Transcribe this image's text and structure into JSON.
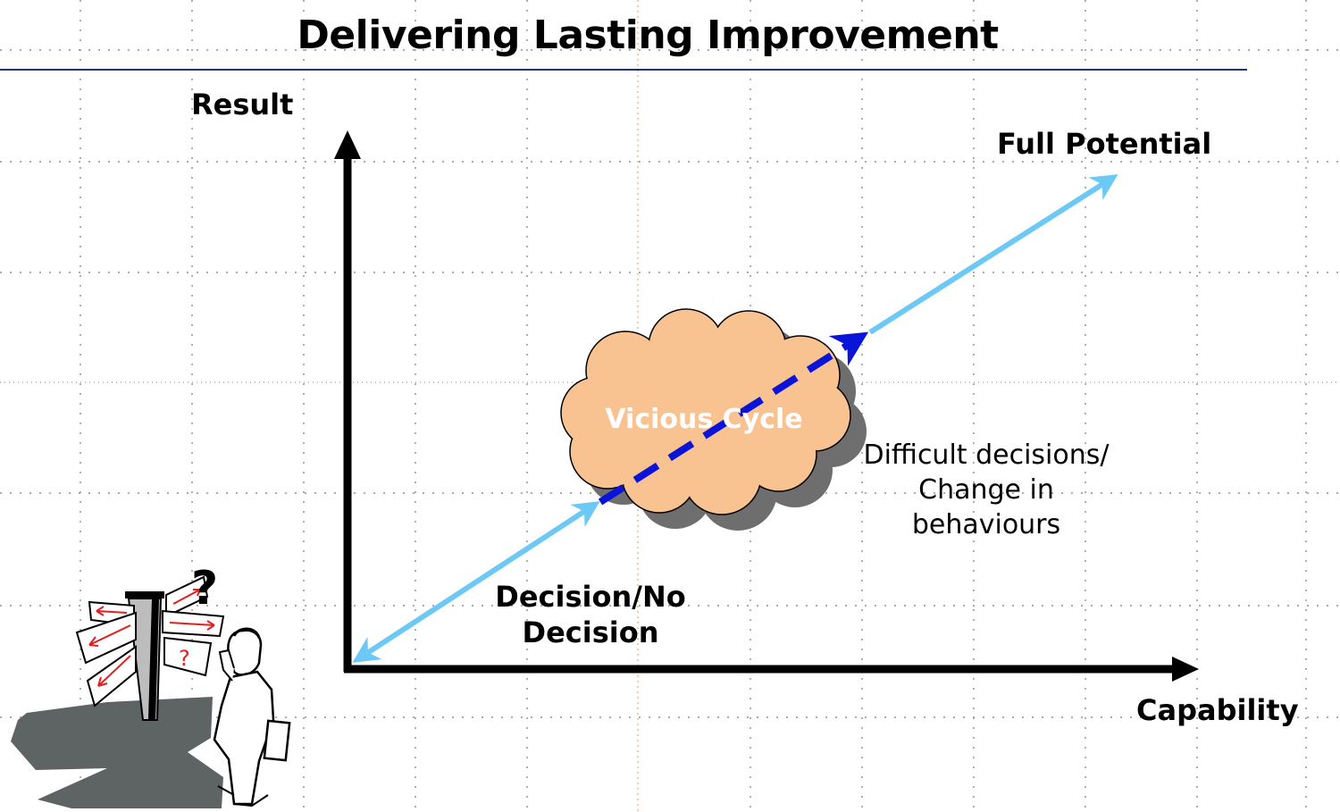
{
  "diagram": {
    "title": "Delivering Lasting Improvement",
    "y_axis_label": "Result",
    "x_axis_label": "Capability",
    "top_label": "Full Potential",
    "cloud_label": "Vicious Cycle",
    "side_label_lines": [
      "Difficult decisions/",
      "Change in",
      "behaviours"
    ],
    "bottom_label_lines": [
      "Decision/No",
      "Decision"
    ],
    "signpost_marks": "?"
  },
  "colors": {
    "light_arrow": "#6cc8f5",
    "dashed_arrow": "#0a14d8",
    "cloud_fill": "#f9c291",
    "cloud_shadow": "#6e6e6e",
    "rule_line": "#22307a",
    "grid": "#8f8f8f",
    "signpost_arrows": "#e02020"
  },
  "icons": [
    "signpost-person-illustration"
  ]
}
